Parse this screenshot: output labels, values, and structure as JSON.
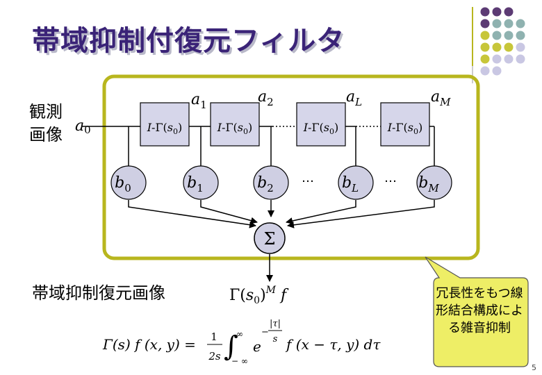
{
  "title": "帯域抑制付復元フィルタ",
  "labels": {
    "input_line1": "観測",
    "input_line2": "画像",
    "output": "帯域抑制復元画像"
  },
  "diagram": {
    "input_coef": {
      "sym": "a",
      "sub": "0"
    },
    "filter_block": {
      "prefix": "I-Γ(",
      "sym": "s",
      "sub": "0",
      "suffix": ")"
    },
    "a_labels": [
      {
        "sym": "a",
        "sub": "1"
      },
      {
        "sym": "a",
        "sub": "2"
      },
      {
        "sym": "a",
        "sub": "L"
      },
      {
        "sym": "a",
        "sub": "M"
      }
    ],
    "b_nodes": [
      {
        "sym": "b",
        "sub": "0"
      },
      {
        "sym": "b",
        "sub": "1"
      },
      {
        "sym": "b",
        "sub": "2"
      },
      {
        "sym": "b",
        "sub": "L"
      },
      {
        "sym": "b",
        "sub": "M"
      }
    ],
    "ellipsis_dots": "·····",
    "ellipsis": "…",
    "sum_symbol": "Σ",
    "output_expr": {
      "pre": "Γ(",
      "sym": "s",
      "sub": "0",
      "mid": ")",
      "sup": "M",
      "post": " f"
    }
  },
  "formula": {
    "lhs": "Γ(s) f (x, y) =",
    "frac_num": "1",
    "frac_den": "2s",
    "int_upper": "∞",
    "int_lower": "− ∞",
    "exp_base": "e",
    "exp_minus": "−",
    "exp_num": "|τ|",
    "exp_den": "s",
    "rhs": "f (x − τ, y) dτ"
  },
  "callout": "冗長性をもつ線形結合構成による雑音抑制",
  "page_number": "5",
  "colors": {
    "title": "#3a2377",
    "frame": "#b8b61e",
    "block_fill": "#d6d6ea",
    "node_fill": "#cfcfe3",
    "callout_fill": "#eeee66",
    "deco_purple": "#5c3b74",
    "deco_teal": "#8fb2b0",
    "deco_olive": "#c7c63a",
    "deco_lavender": "#c9c7e3"
  }
}
